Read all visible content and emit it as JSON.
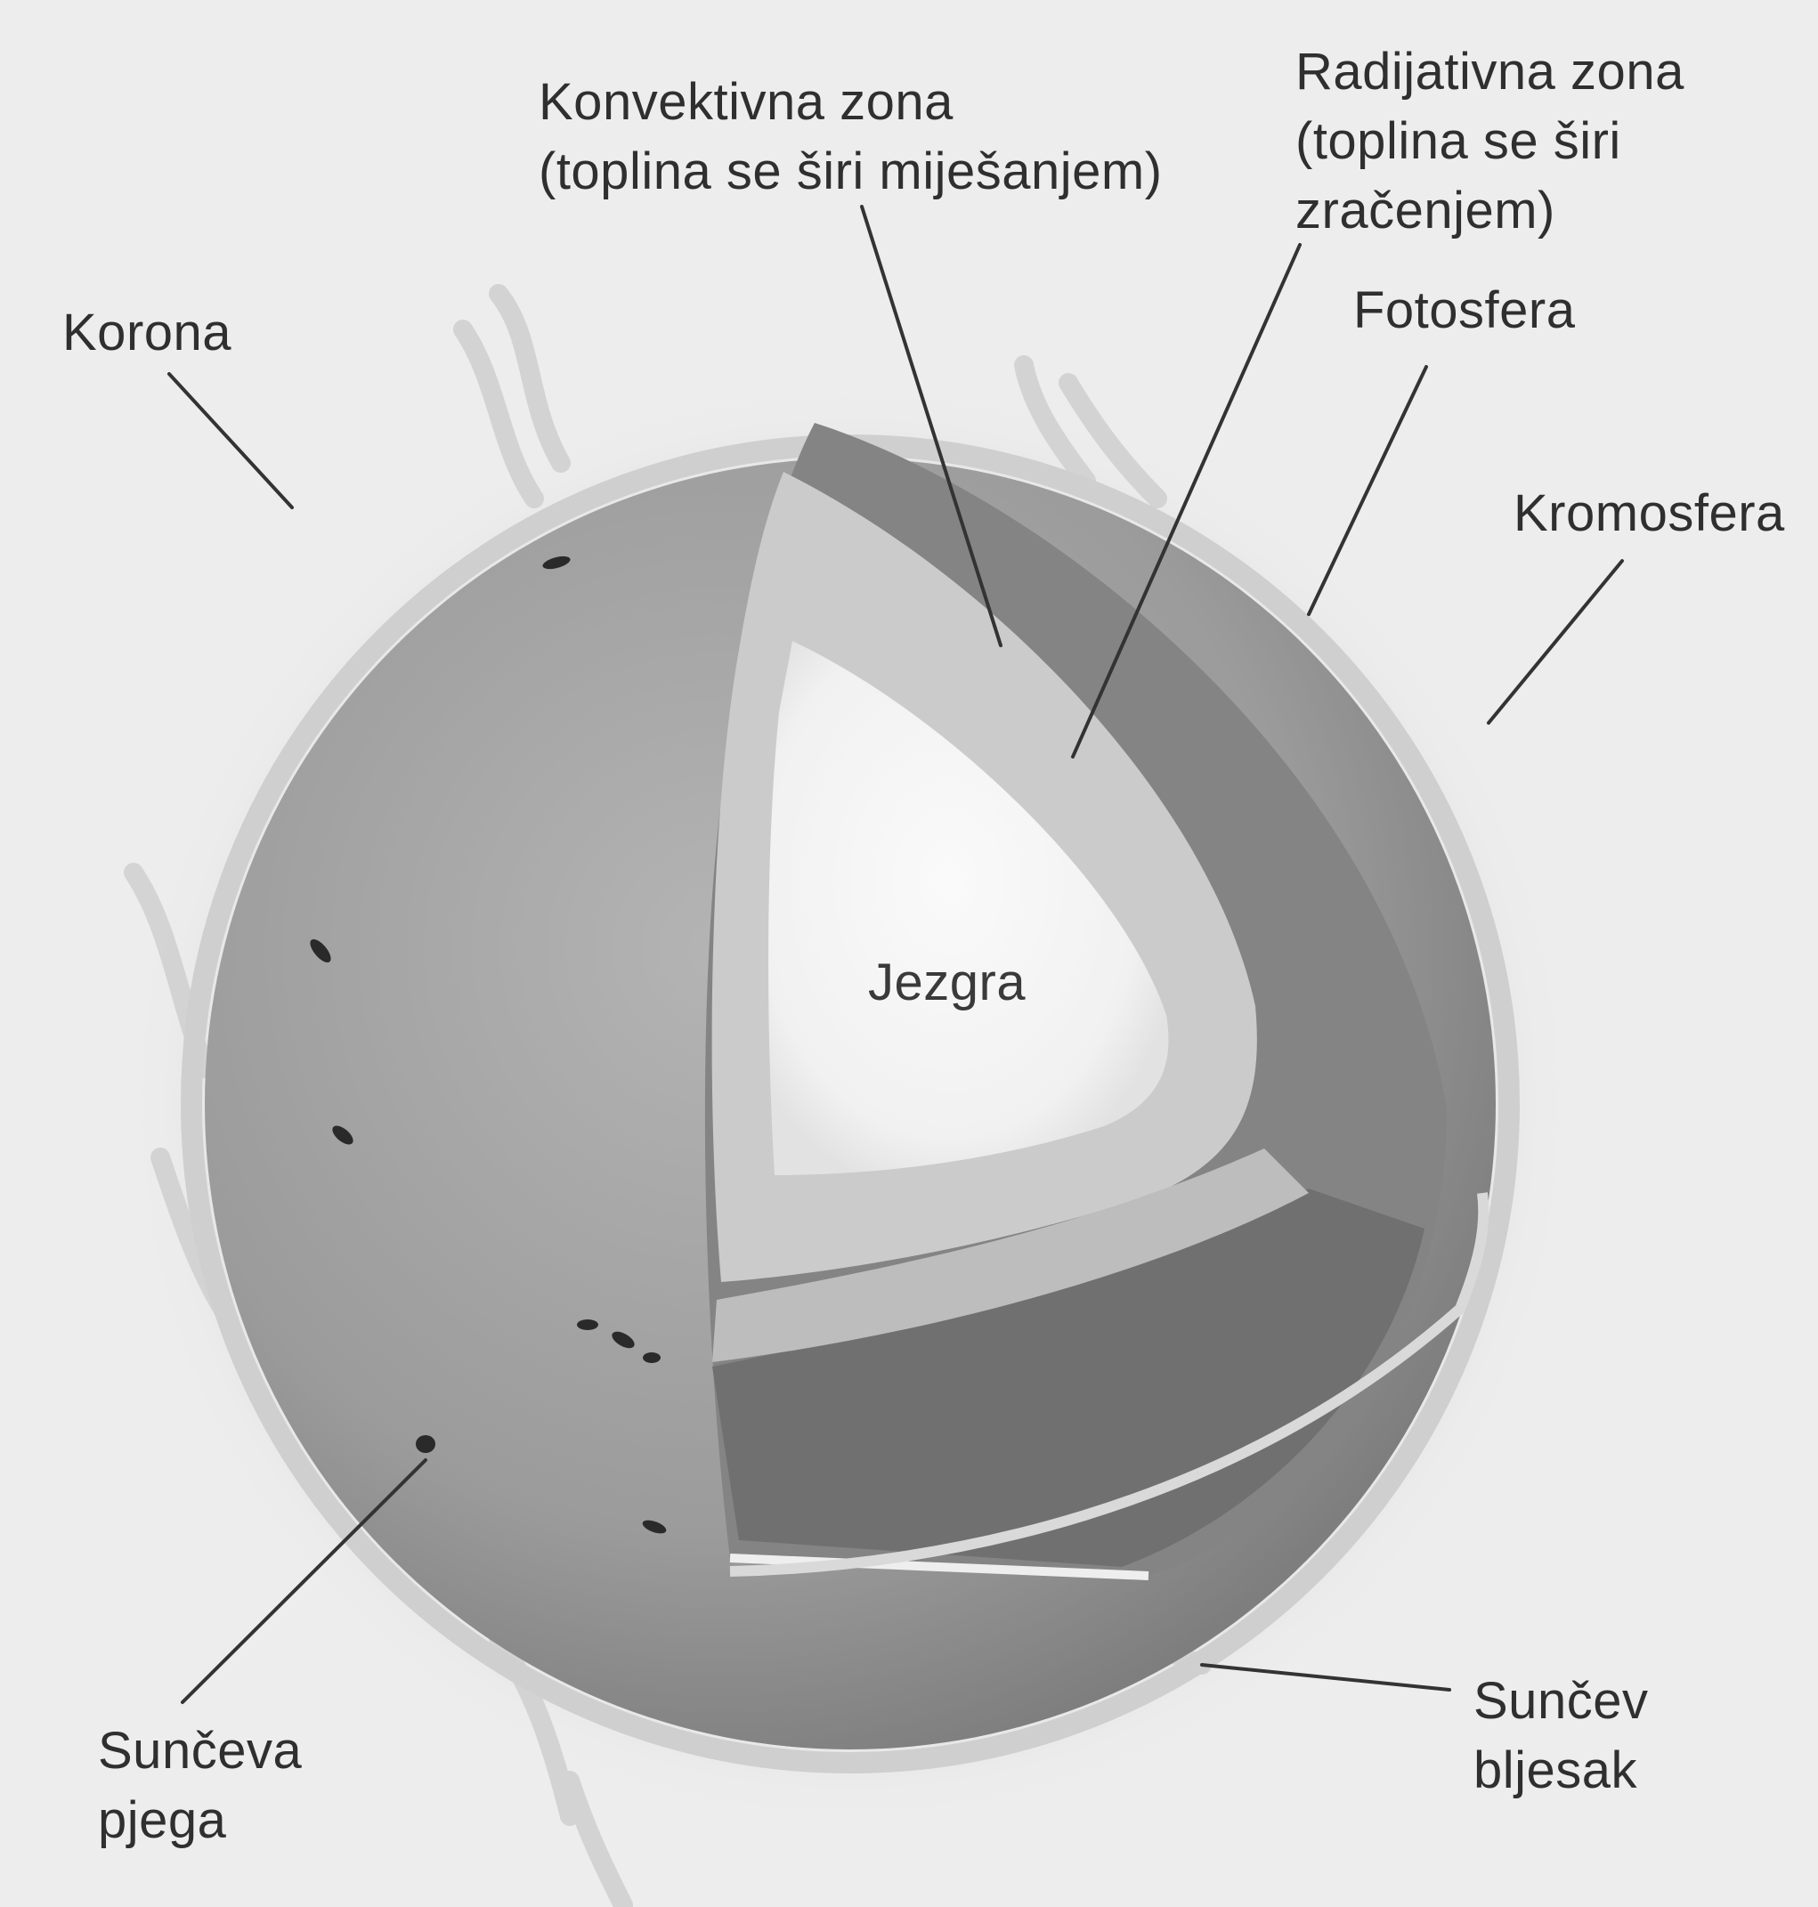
{
  "labels": {
    "konvektivna": [
      "Konvektivna zona",
      "(toplina se širi miješanjem)"
    ],
    "radijativna": [
      "Radijativna zona",
      "(toplina se širi",
      "zračenjem)"
    ],
    "korona": "Korona",
    "fotosfera": "Fotosfera",
    "kromosfera": "Kromosfera",
    "jezgra": "Jezgra",
    "suncev_bljesak": [
      "Sunčev",
      "bljesak"
    ],
    "sunceva_pjega": [
      "Sunčeva",
      "pjega"
    ]
  },
  "colors": {
    "background": "#ededed",
    "surface": "#9e9e9e",
    "convective_zone": "#8a8a8a",
    "radiative_zone": "#c9c9c9",
    "core": "#f4f4f4",
    "leader_line": "#333333",
    "text": "#2f2f2f"
  }
}
